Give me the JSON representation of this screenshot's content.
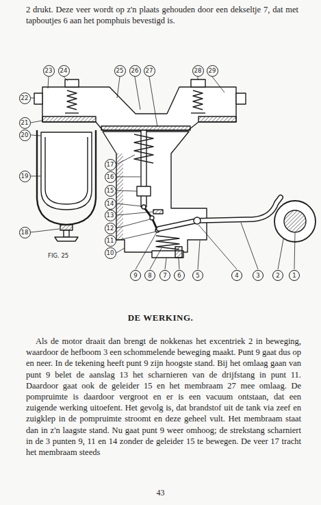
{
  "diagram": {
    "title": "DE WERKING.",
    "caption": "FIG. 25",
    "nodes": [
      {
        "text": [
          "23"
        ]
      },
      {
        "text": [
          "24"
        ]
      },
      {
        "text": [
          "25"
        ]
      },
      {
        "text": [
          "26"
        ]
      },
      {
        "text": [
          "27"
        ]
      },
      {
        "text": [
          "28"
        ]
      },
      {
        "text": [
          "29"
        ]
      },
      {
        "text": [
          "22"
        ]
      },
      {
        "text": [
          "21"
        ]
      },
      {
        "text": [
          "20"
        ]
      },
      {
        "text": [
          "19"
        ]
      },
      {
        "text": [
          "18"
        ]
      },
      {
        "text": [
          "17"
        ]
      },
      {
        "text": [
          "16"
        ]
      },
      {
        "text": [
          "15"
        ]
      },
      {
        "text": [
          "14"
        ]
      },
      {
        "text": [
          "13"
        ]
      },
      {
        "text": [
          "12"
        ]
      },
      {
        "text": [
          "11"
        ]
      },
      {
        "text": [
          "10"
        ]
      },
      {
        "text": [
          "9"
        ]
      },
      {
        "text": [
          "8"
        ]
      },
      {
        "text": [
          "7"
        ]
      },
      {
        "text": [
          "6"
        ]
      },
      {
        "text": [
          "5"
        ]
      },
      {
        "text": [
          "4"
        ]
      },
      {
        "text": [
          "3"
        ]
      },
      {
        "text": [
          "2"
        ]
      },
      {
        "text": [
          "1"
        ]
      }
    ],
    "labels": [
      "2 drukt. Deze veer wordt op z'n plaats gehouden door een dekseltje 7, dat met tapboutjes 6 aan het pomphuis bevestigd is.",
      "Als de motor draait dan brengt de nokkenas het excentriek 2 in beweging, waardoor de hefboom 3 een schommelende beweging maakt. Punt 9 gaat dus op en neer. In de tekening heeft punt 9 zijn hoogste stand. Bij het omlaag gaan van punt 9 belet de aanslag 13 het scharnieren van de drijfstang in punt 11. Daardoor gaat ook de geleider 15 en het membraam 27 mee omlaag. De pompruimte is daardoor vergroot en er is een vacuum ontstaan, dat een zuigende werking uitoefent. Het gevolg is, dat brandstof uit de tank via zeef en zuigklep in de pompruimte stroomt en deze geheel vult. Het membraam staat dan in z'n laagste stand. Nu gaat punt 9 weer omhoog; de strekstang scharniert in de 3 punten 9, 11 en 14 zonder de geleider 15 te bewegen. De veer 17 tracht het membraam steeds",
      "43"
    ]
  }
}
